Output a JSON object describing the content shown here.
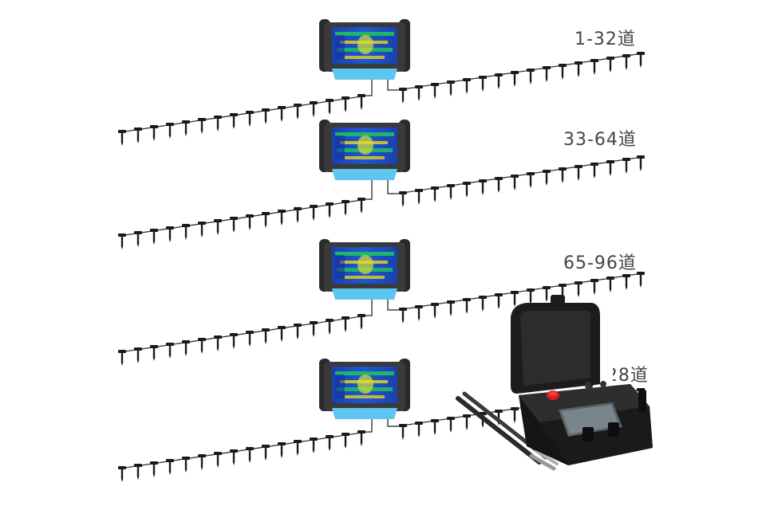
{
  "channel_groups": [
    {
      "label": "1-32道"
    },
    {
      "label": "33-64道"
    },
    {
      "label": "65-96道"
    },
    {
      "label": "97-128道"
    }
  ],
  "colors": {
    "background": "#ffffff",
    "geophone": "#1a1a1a",
    "cable": "#333333",
    "device_body": "#3a3a3a",
    "device_bumper": "#2a2a2a",
    "device_base": "#5ec4f0",
    "screen_bg": "#1a3fb0",
    "heat_hot": "#e8d020",
    "heat_warm": "#22c060",
    "case_body": "#1c1c1c",
    "estop_red": "#d42020"
  },
  "icons": {
    "geophone": "geophone-icon",
    "recorder": "seismograph-tablet-icon",
    "case": "hard-case-instrument-icon",
    "antenna": "antenna-rod-icon"
  }
}
